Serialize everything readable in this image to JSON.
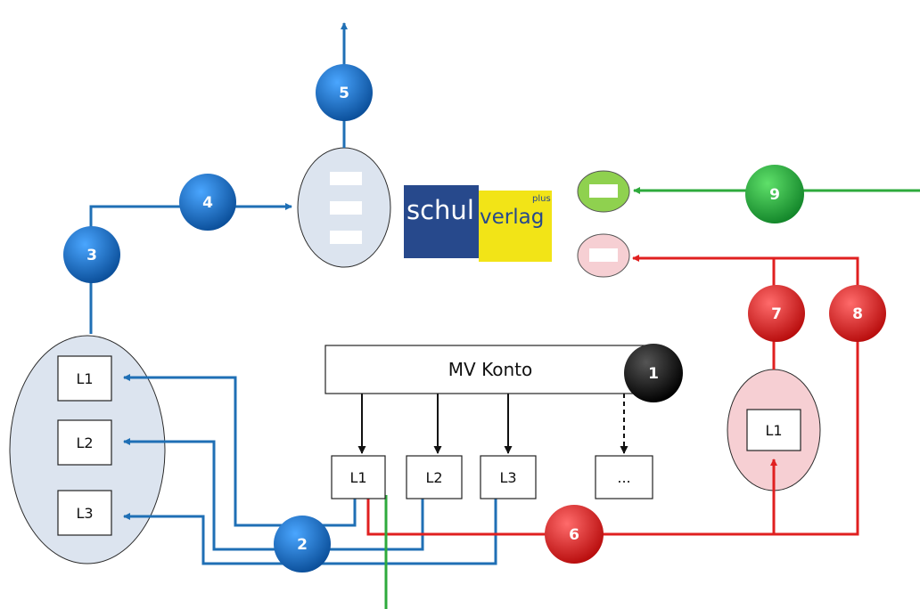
{
  "account": {
    "label": "MV Konto"
  },
  "steps": [
    "1",
    "2",
    "3",
    "4",
    "5",
    "6",
    "7",
    "8",
    "9"
  ],
  "licenses": {
    "main": [
      "L1",
      "L2",
      "L3",
      "..."
    ],
    "group_left": [
      "L1",
      "L2",
      "L3"
    ],
    "group_right": [
      "L1"
    ]
  },
  "logo": {
    "part1": "schul",
    "part2": "verlag",
    "part3": "plus"
  },
  "colors": {
    "blue": "#1f6fb5",
    "blue_step": "#1565c0",
    "red": "#e02020",
    "green": "#2eaa3c",
    "black": "#111111",
    "group_fill": "#dce4ef",
    "pink_fill": "#f6cfd3",
    "green_fill": "#8fd14f",
    "logo_blue": "#27498c",
    "logo_yellow": "#f2e417"
  }
}
